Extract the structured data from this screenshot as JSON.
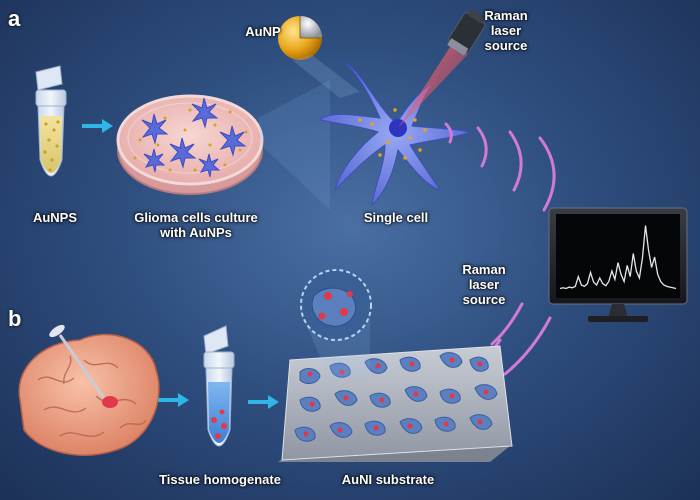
{
  "panels": {
    "a": "a",
    "b": "b"
  },
  "labels": {
    "aunps": "AuNPS",
    "glioma_line1": "Glioma cells culture",
    "glioma_line2": "with AuNPs",
    "single_cell": "Single cell",
    "aunp": "AuNP",
    "raman_a_1": "Raman",
    "raman_a_2": "laser",
    "raman_a_3": "source",
    "raman_b_1": "Raman",
    "raman_b_2": "laser",
    "raman_b_3": "source",
    "tissue": "Tissue homogenate",
    "auni": "AuNI substrate"
  },
  "colors": {
    "background": "#2f4f80",
    "arrow": "#2fb6e6",
    "laser": "#e23a4a",
    "wave": "#d27ad6",
    "gold": "#e9a51a",
    "cell": "#6f7fe0",
    "nucleus": "#2c34c0",
    "brain": "#f0a58a",
    "spectrum": "#e6e6e6"
  },
  "spectrum_points": [
    0.05,
    0.06,
    0.05,
    0.07,
    0.06,
    0.08,
    0.22,
    0.1,
    0.08,
    0.12,
    0.28,
    0.14,
    0.1,
    0.2,
    0.12,
    0.09,
    0.15,
    0.3,
    0.18,
    0.42,
    0.25,
    0.15,
    0.38,
    0.22,
    0.55,
    0.3,
    0.2,
    0.48,
    0.95,
    0.6,
    0.35,
    0.5,
    0.25,
    0.15,
    0.1,
    0.08,
    0.07,
    0.06,
    0.05
  ]
}
